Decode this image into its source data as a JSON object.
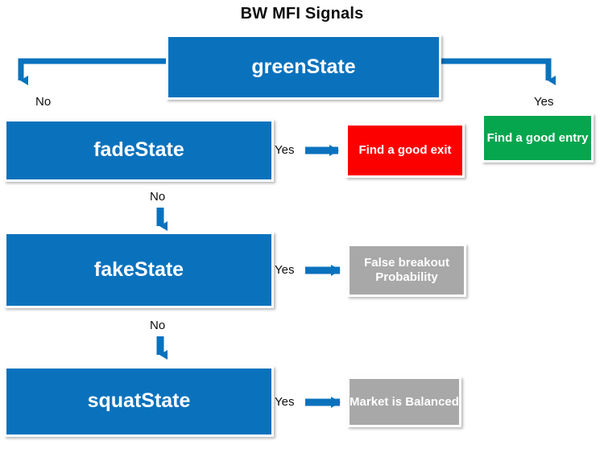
{
  "title": "BW MFI Signals",
  "colors": {
    "state_blue": "#0a72bd",
    "arrow_blue": "#0a72bd",
    "exit_red": "#fc0000",
    "entry_green": "#05a64e",
    "neutral_gray": "#a8a8a8",
    "text_dark": "#0d0d0d",
    "box_text": "#ffffff",
    "background": "#ffffff"
  },
  "nodes": {
    "green_state": {
      "label": "greenState"
    },
    "fade_state": {
      "label": "fadeState"
    },
    "fake_state": {
      "label": "fakeState"
    },
    "squat_state": {
      "label": "squatState"
    },
    "find_good_exit": {
      "label": "Find a good exit"
    },
    "find_good_entry": {
      "label": "Find a good entry"
    },
    "false_breakout": {
      "label": "False breakout Probability"
    },
    "market_balanced": {
      "label": "Market is Balanced"
    }
  },
  "edges": {
    "green_no": {
      "label": "No"
    },
    "green_yes": {
      "label": "Yes"
    },
    "fade_yes": {
      "label": "Yes"
    },
    "fade_no": {
      "label": "No"
    },
    "fake_yes": {
      "label": "Yes"
    },
    "fake_no": {
      "label": "No"
    },
    "squat_yes": {
      "label": "Yes"
    }
  }
}
